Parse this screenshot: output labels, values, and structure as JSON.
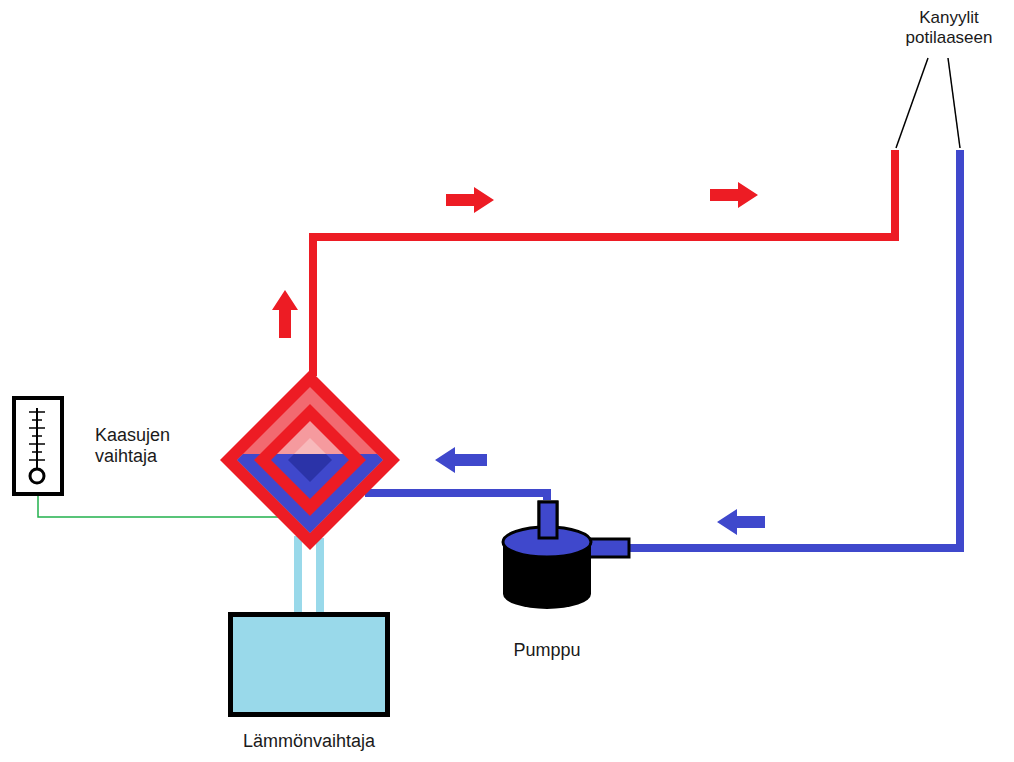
{
  "diagram": {
    "nodes": [
      {
        "text": [
          "Kaasujen vaihtaja"
        ]
      },
      {
        "text": [
          "Pumppu"
        ]
      },
      {
        "text": [
          "Lämmönvaihtaja"
        ]
      }
    ],
    "edges": [
      {
        "from": 1,
        "to": 0,
        "arrow": "to"
      },
      {
        "from": 2,
        "to": 0,
        "arrow": "none"
      }
    ],
    "labels": [
      "Kanyylit potilaaseen"
    ]
  }
}
